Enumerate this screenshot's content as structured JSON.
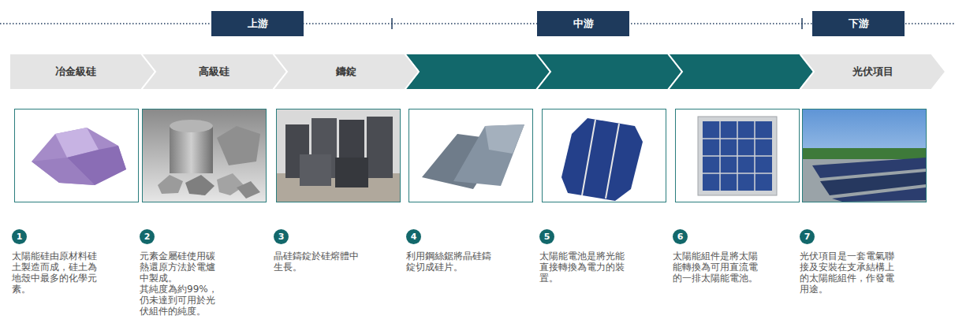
{
  "diagram": {
    "nodes": [
      {
        "text": [
          "上游"
        ]
      },
      {
        "text": [
          "中游"
        ]
      },
      {
        "text": [
          "下游"
        ]
      },
      {
        "text": [
          "冶金級硅"
        ]
      },
      {
        "text": [
          "高級硅"
        ]
      },
      {
        "text": [
          "鑄錠"
        ]
      },
      {
        "text": [
          "光伏項目"
        ]
      },
      {
        "text": [
          "1"
        ]
      },
      {
        "text": [
          "2"
        ]
      },
      {
        "text": [
          "3"
        ]
      },
      {
        "text": [
          "4"
        ]
      },
      {
        "text": [
          "5"
        ]
      },
      {
        "text": [
          "6"
        ]
      },
      {
        "text": [
          "7"
        ]
      }
    ],
    "labels": [
      "太陽能硅由原材料硅土製造而成，硅土為地殼中最多的化學元素。",
      "元素金屬硅使用碳熱還原方法於電爐中製成。",
      "其純度為約99%，仍未達到可用於光伏組件的純度。",
      "晶硅鑄錠於硅熔體中生長。",
      "利用鋼絲鋸將晶硅鑄錠切成硅片。",
      "太陽能電池是將光能直接轉換為電力的裝置。",
      "太陽能組件是將太陽能轉換為可用直流電的一排太陽能電池。",
      "光伏項目是一套電氣聯接及安裝在支承結構上的太陽能組件，作發電用途。"
    ]
  }
}
